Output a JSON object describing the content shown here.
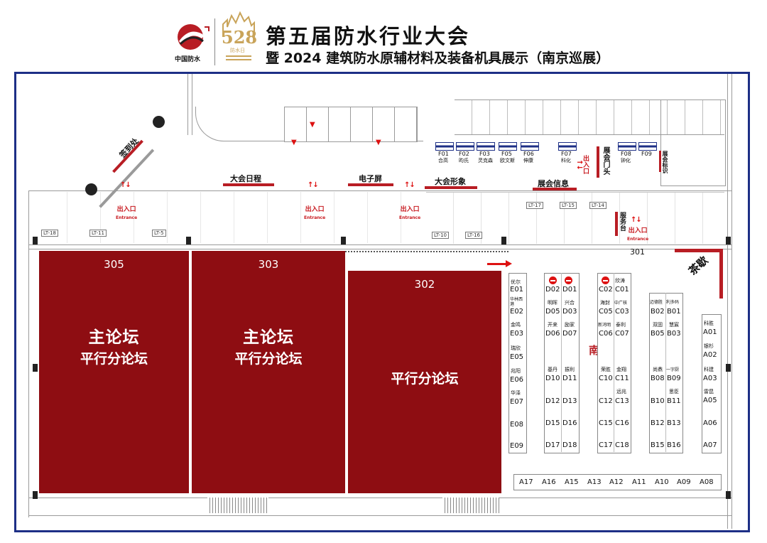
{
  "header": {
    "title": "第五届防水行业大会",
    "subtitle": "暨 2024 建筑防水原辅材料及装备机具展示（南京巡展）",
    "logo_text": "中国防水",
    "badge_number": "528",
    "badge_text": "防水日"
  },
  "halls": [
    {
      "number": "305",
      "main": "主论坛",
      "sub": "平行分论坛"
    },
    {
      "number": "303",
      "main": "主论坛",
      "sub": "平行分论坛"
    },
    {
      "number": "302",
      "main": "",
      "sub": "平行分论坛"
    }
  ],
  "hall_301": "301",
  "exhibition_title": "南京巡展",
  "tea_break": "茶歇",
  "sign_in": "签到处",
  "service_desk": "服务台",
  "expo_entrance_gate": "展会门头",
  "expo_sign": "展会标识",
  "top_labels": {
    "agenda": "大会日程",
    "screen": "电子屏",
    "image": "大会形象",
    "info": "展会信息"
  },
  "entrance": {
    "cn": "出入口",
    "en": "Entrance"
  },
  "lifts": [
    "LT-18",
    "LT-11",
    "LT-5",
    "LT-10",
    "LT-16",
    "LT-17",
    "LT-15",
    "LT-14"
  ],
  "f_booths": [
    {
      "code": "F01",
      "name": "合高"
    },
    {
      "code": "F02",
      "name": "昀氏"
    },
    {
      "code": "F03",
      "name": "灵克森"
    },
    {
      "code": "F05",
      "name": "欧文斯"
    },
    {
      "code": "F06",
      "name": "伸康"
    },
    {
      "code": "F07",
      "name": "科化"
    },
    {
      "code": "F08",
      "name": "钟化"
    },
    {
      "code": "F09",
      "name": ""
    }
  ],
  "e_booths": [
    {
      "code": "E01",
      "name": "优尔"
    },
    {
      "code": "E02",
      "name": "华林西港"
    },
    {
      "code": "E03",
      "name": "金鸣"
    },
    {
      "code": "E05",
      "name": "瑞欣"
    },
    {
      "code": "E06",
      "name": "兆阳"
    },
    {
      "code": "E07",
      "name": "华泽"
    },
    {
      "code": "E08",
      "name": ""
    },
    {
      "code": "E09",
      "name": ""
    }
  ],
  "d_booths": [
    {
      "left": "D02",
      "right": "D01",
      "lname": "",
      "rname": ""
    },
    {
      "left": "D05",
      "right": "D03",
      "lname": "明晖",
      "rname": "兴合"
    },
    {
      "left": "D06",
      "right": "D07",
      "lname": "开来",
      "rname": "励家"
    },
    {
      "left": "D10",
      "right": "D11",
      "lname": "基丹",
      "rname": "振利"
    },
    {
      "left": "D12",
      "right": "D13",
      "lname": "",
      "rname": ""
    },
    {
      "left": "D15",
      "right": "D16",
      "lname": "",
      "rname": ""
    },
    {
      "left": "D17",
      "right": "D18",
      "lname": "",
      "rname": ""
    }
  ],
  "c_booths": [
    {
      "left": "C02",
      "right": "C01",
      "lname": "",
      "rname": "欣涛"
    },
    {
      "left": "C05",
      "right": "C03",
      "lname": "海封",
      "rname": "中广核"
    },
    {
      "left": "C06",
      "right": "C07",
      "lname": "新鸿明",
      "rname": "泰利"
    },
    {
      "left": "C10",
      "right": "C11",
      "lname": "荣胜",
      "rname": "金翔"
    },
    {
      "left": "C12",
      "right": "C13",
      "lname": "",
      "rname": "远兆"
    },
    {
      "left": "C15",
      "right": "C16",
      "lname": "",
      "rname": ""
    },
    {
      "left": "C17",
      "right": "C18",
      "lname": "",
      "rname": ""
    }
  ],
  "b_booths": [
    {
      "left": "B02",
      "right": "B01",
      "lname": "迈德胜",
      "rname": "利多码"
    },
    {
      "left": "B05",
      "right": "B03",
      "lname": "双固",
      "rname": "慧宸"
    },
    {
      "left": "B08",
      "right": "B09",
      "lname": "尚鼎",
      "rname": "一字厨"
    },
    {
      "left": "B10",
      "right": "B11",
      "lname": "",
      "rname": "思臣"
    },
    {
      "left": "B12",
      "right": "B13",
      "lname": "",
      "rname": ""
    },
    {
      "left": "B15",
      "right": "B16",
      "lname": "",
      "rname": ""
    }
  ],
  "a_col": [
    {
      "code": "A01",
      "name": "科胜"
    },
    {
      "code": "A02",
      "name": "银杉"
    },
    {
      "code": "A03",
      "name": "科建"
    },
    {
      "code": "A05",
      "name": "雷昆"
    },
    {
      "code": "A06",
      "name": ""
    },
    {
      "code": "A07",
      "name": ""
    }
  ],
  "a_row": [
    "A17",
    "A16",
    "A15",
    "A13",
    "A12",
    "A11",
    "A10",
    "A09",
    "A08"
  ],
  "colors": {
    "hall_red": "#8e0d12",
    "frame_blue": "#1d2f86",
    "accent_red": "#b81d24"
  },
  "icons": [
    "logo-icon",
    "badge-528-icon",
    "entrance-arrow-icon",
    "no-entry-icon",
    "right-arrow-icon"
  ]
}
